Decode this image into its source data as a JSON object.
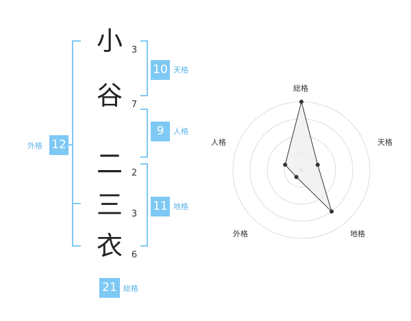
{
  "colors": {
    "accent": "#7ec8f4",
    "label_text": "#5ab4ea",
    "radar_fill": "#efefef",
    "radar_stroke": "#333333",
    "ring": "#dddddd"
  },
  "name": {
    "characters": [
      {
        "char": "小",
        "strokes": "3"
      },
      {
        "char": "谷",
        "strokes": "7"
      },
      {
        "char": "二",
        "strokes": "2"
      },
      {
        "char": "三",
        "strokes": "3"
      },
      {
        "char": "衣",
        "strokes": "6"
      }
    ]
  },
  "fortune": {
    "tenkaku": {
      "value": "10",
      "label": "天格"
    },
    "jinkaku": {
      "value": "9",
      "label": "人格"
    },
    "chikaku": {
      "value": "11",
      "label": "地格"
    },
    "gaikaku": {
      "value": "12",
      "label": "外格"
    },
    "soukaku": {
      "value": "21",
      "label": "総格"
    }
  },
  "chart_data": {
    "type": "radar",
    "axes": [
      "総格",
      "天格",
      "地格",
      "外格",
      "人格"
    ],
    "values": [
      4,
      1,
      3,
      0.5,
      1
    ],
    "max": 4,
    "rings": 4
  }
}
